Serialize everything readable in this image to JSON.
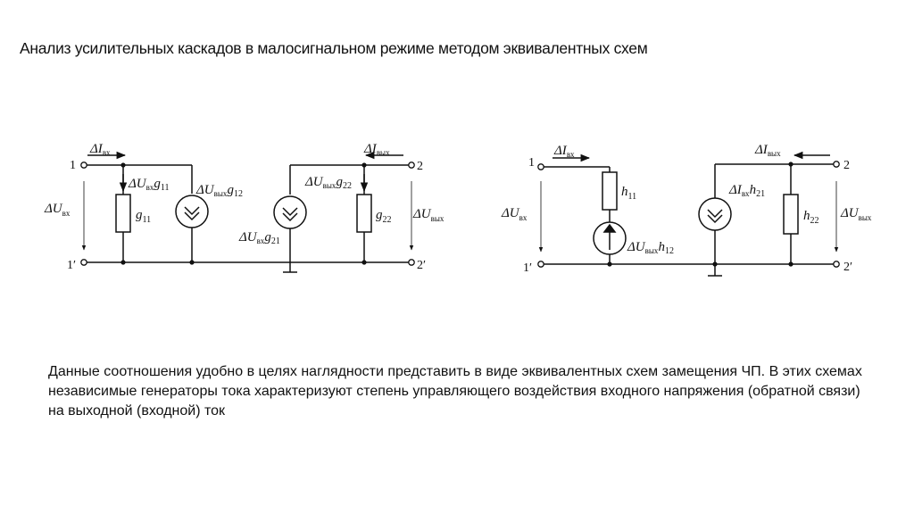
{
  "slide": {
    "title": "Анализ усилительных каскадов в малосигнальном режиме методом эквивалентных схем",
    "body": "Данные соотношения удобно в целях наглядности представить в виде эквивалентных схем замещения ЧП. В этих схемах независимые генераторы тока характеризуют степень управляющего воздействия входного напряжения (обратной связи) на выходной (входной) ток"
  },
  "schematic_g": {
    "port_in": "1",
    "port_in_ret": "1′",
    "port_out": "2",
    "port_out_ret": "2′",
    "i_in": {
      "main": "ΔI",
      "sub": "вх"
    },
    "i_out": {
      "main": "ΔI",
      "sub": "вых"
    },
    "u_in": {
      "main": "ΔU",
      "sub": "вх"
    },
    "u_out": {
      "main": "ΔU",
      "sub": "вых"
    },
    "g11": {
      "main": "g",
      "sub": "11"
    },
    "g22": {
      "main": "g",
      "sub": "22"
    },
    "src_in_flow": {
      "main": "ΔU",
      "sub1": "вх",
      "g": "g",
      "sub2": "11"
    },
    "src_fb": {
      "main": "ΔU",
      "sub1": "вых",
      "g": "g",
      "sub2": "12"
    },
    "src_out_flow": {
      "main": "ΔU",
      "sub1": "вых",
      "g": "g",
      "sub2": "22"
    },
    "src_fwd": {
      "main": "ΔU",
      "sub1": "вх",
      "g": "g",
      "sub2": "21"
    }
  },
  "schematic_h": {
    "port_in": "1",
    "port_in_ret": "1′",
    "port_out": "2",
    "port_out_ret": "2′",
    "i_in": {
      "main": "ΔI",
      "sub": "вх"
    },
    "i_out": {
      "main": "ΔI",
      "sub": "вых"
    },
    "u_in": {
      "main": "ΔU",
      "sub": "вх"
    },
    "u_out": {
      "main": "ΔU",
      "sub": "вых"
    },
    "h11": {
      "main": "h",
      "sub": "11"
    },
    "h22": {
      "main": "h",
      "sub": "22"
    },
    "src_fb": {
      "main": "ΔU",
      "sub1": "вых",
      "h": "h",
      "sub2": "12"
    },
    "src_fwd": {
      "main": "ΔI",
      "sub1": "вх",
      "h": "h",
      "sub2": "21"
    }
  }
}
